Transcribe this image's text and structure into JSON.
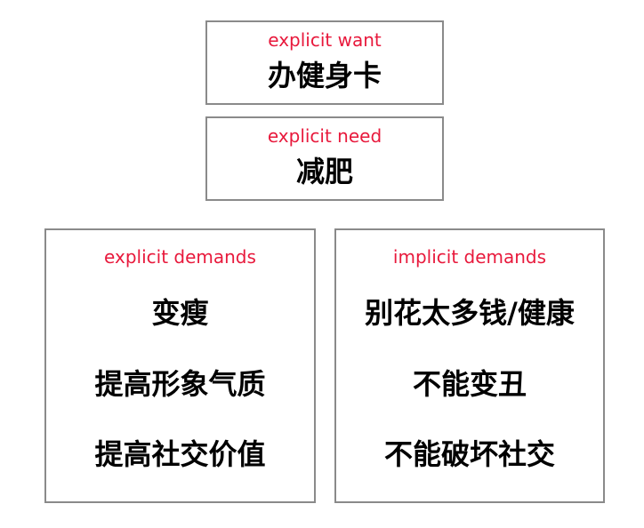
{
  "colors": {
    "label": "#e8193c",
    "value": "#000000",
    "border": "#8a8a8a"
  },
  "explicit_want": {
    "label": "explicit want",
    "value": "办健身卡"
  },
  "explicit_need": {
    "label": "explicit need",
    "value": "减肥"
  },
  "explicit_demands": {
    "label": "explicit demands",
    "items": [
      "变瘦",
      "提高形象气质",
      "提高社交价值"
    ]
  },
  "implicit_demands": {
    "label": "implicit demands",
    "items": [
      "别花太多钱/健康",
      "不能变丑",
      "不能破坏社交"
    ]
  }
}
